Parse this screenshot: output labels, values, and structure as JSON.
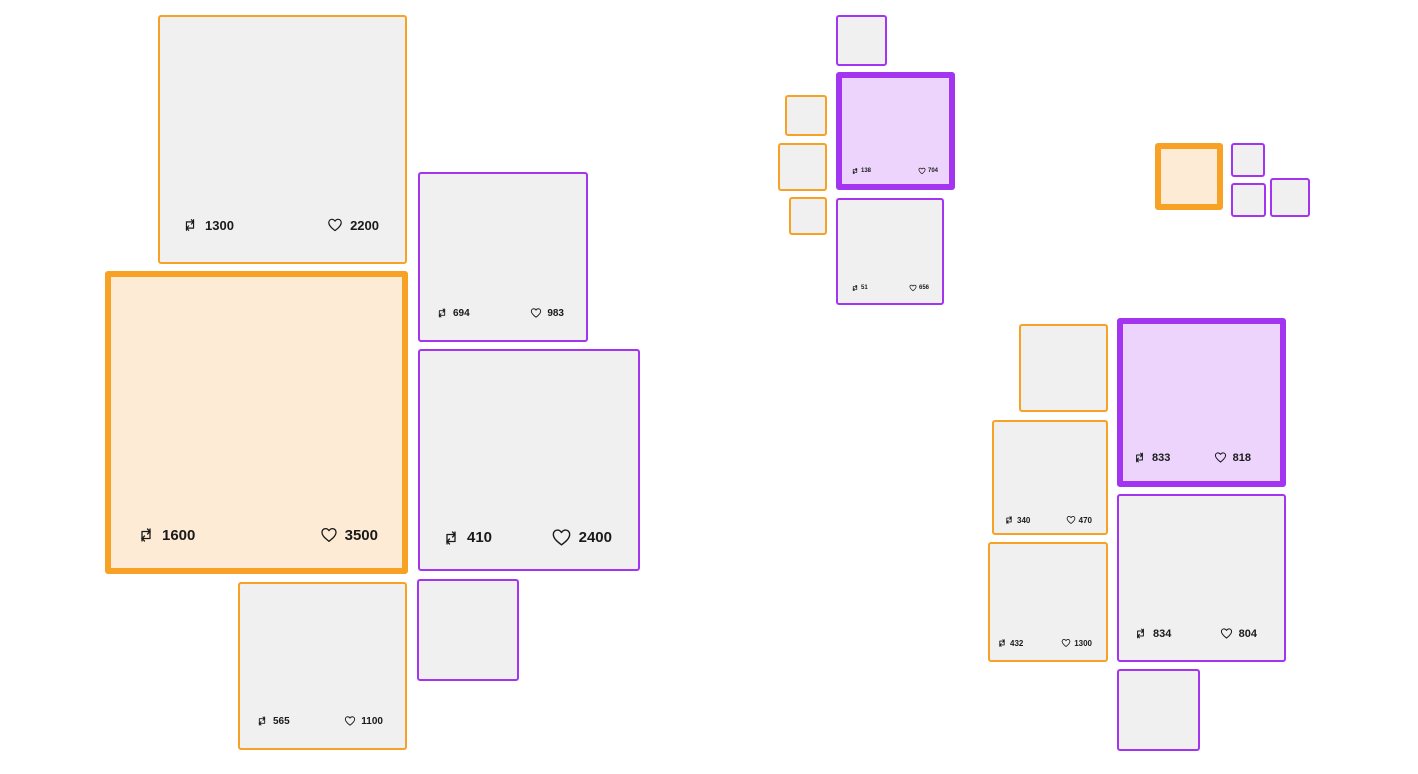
{
  "colors": {
    "orange": "#f7a125",
    "purple": "#a335f0",
    "card_fill": "#f0f0f0",
    "orange_selected_fill": "#feebd5",
    "purple_selected_fill": "#ecd4fc"
  },
  "icons": {
    "repost": "repost-icon",
    "like": "heart-icon"
  },
  "cluster_left": {
    "cards": [
      {
        "variant": "orange",
        "selected": false,
        "reposts": "1300",
        "likes": "2200"
      },
      {
        "variant": "orange",
        "selected": true,
        "reposts": "1600",
        "likes": "3500"
      },
      {
        "variant": "orange",
        "selected": false,
        "reposts": "565",
        "likes": "1100"
      },
      {
        "variant": "purple",
        "selected": false,
        "reposts": "694",
        "likes": "983"
      },
      {
        "variant": "purple",
        "selected": false,
        "reposts": "410",
        "likes": "2400"
      },
      {
        "variant": "purple",
        "selected": false
      }
    ]
  },
  "cluster_top_right": {
    "cards": [
      {
        "variant": "purple",
        "selected": false
      },
      {
        "variant": "purple",
        "selected": true,
        "reposts": "138",
        "likes": "704"
      },
      {
        "variant": "purple",
        "selected": false,
        "reposts": "51",
        "likes": "656"
      },
      {
        "variant": "orange",
        "selected": false
      },
      {
        "variant": "orange",
        "selected": false
      },
      {
        "variant": "orange",
        "selected": false
      }
    ]
  },
  "cluster_far_right": {
    "cards": [
      {
        "variant": "orange",
        "selected": true
      },
      {
        "variant": "purple",
        "selected": false
      },
      {
        "variant": "purple",
        "selected": false
      },
      {
        "variant": "purple",
        "selected": false
      }
    ]
  },
  "cluster_bottom_right": {
    "cards": [
      {
        "variant": "orange",
        "selected": false
      },
      {
        "variant": "orange",
        "selected": false,
        "reposts": "340",
        "likes": "470"
      },
      {
        "variant": "orange",
        "selected": false,
        "reposts": "432",
        "likes": "1300"
      },
      {
        "variant": "purple",
        "selected": true,
        "reposts": "833",
        "likes": "818"
      },
      {
        "variant": "purple",
        "selected": false,
        "reposts": "834",
        "likes": "804"
      },
      {
        "variant": "purple",
        "selected": false
      }
    ]
  }
}
